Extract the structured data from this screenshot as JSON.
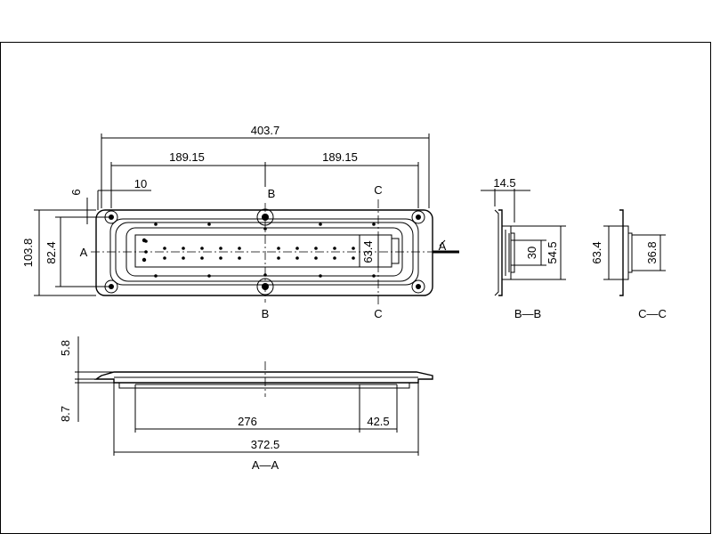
{
  "dimensions": {
    "overall_width": "403.7",
    "half_left": "189.15",
    "half_right": "189.15",
    "tab_width": "10",
    "tab_offset": "6",
    "overall_height": "103.8",
    "inner_height": "82.4",
    "window_height": "63.4",
    "bb_width": "14.5",
    "bb_inner": "30",
    "bb_outer": "54.5",
    "cc_outer": "63.4",
    "cc_inner": "36.8",
    "aa_top": "5.8",
    "aa_bottom": "8.7",
    "aa_inner": "276",
    "aa_step": "42.5",
    "aa_overall": "372.5"
  },
  "section_marks": {
    "a": "A",
    "b": "B",
    "c": "C"
  },
  "views": {
    "bb": "B—B",
    "cc": "C—C",
    "aa": "A—A"
  }
}
